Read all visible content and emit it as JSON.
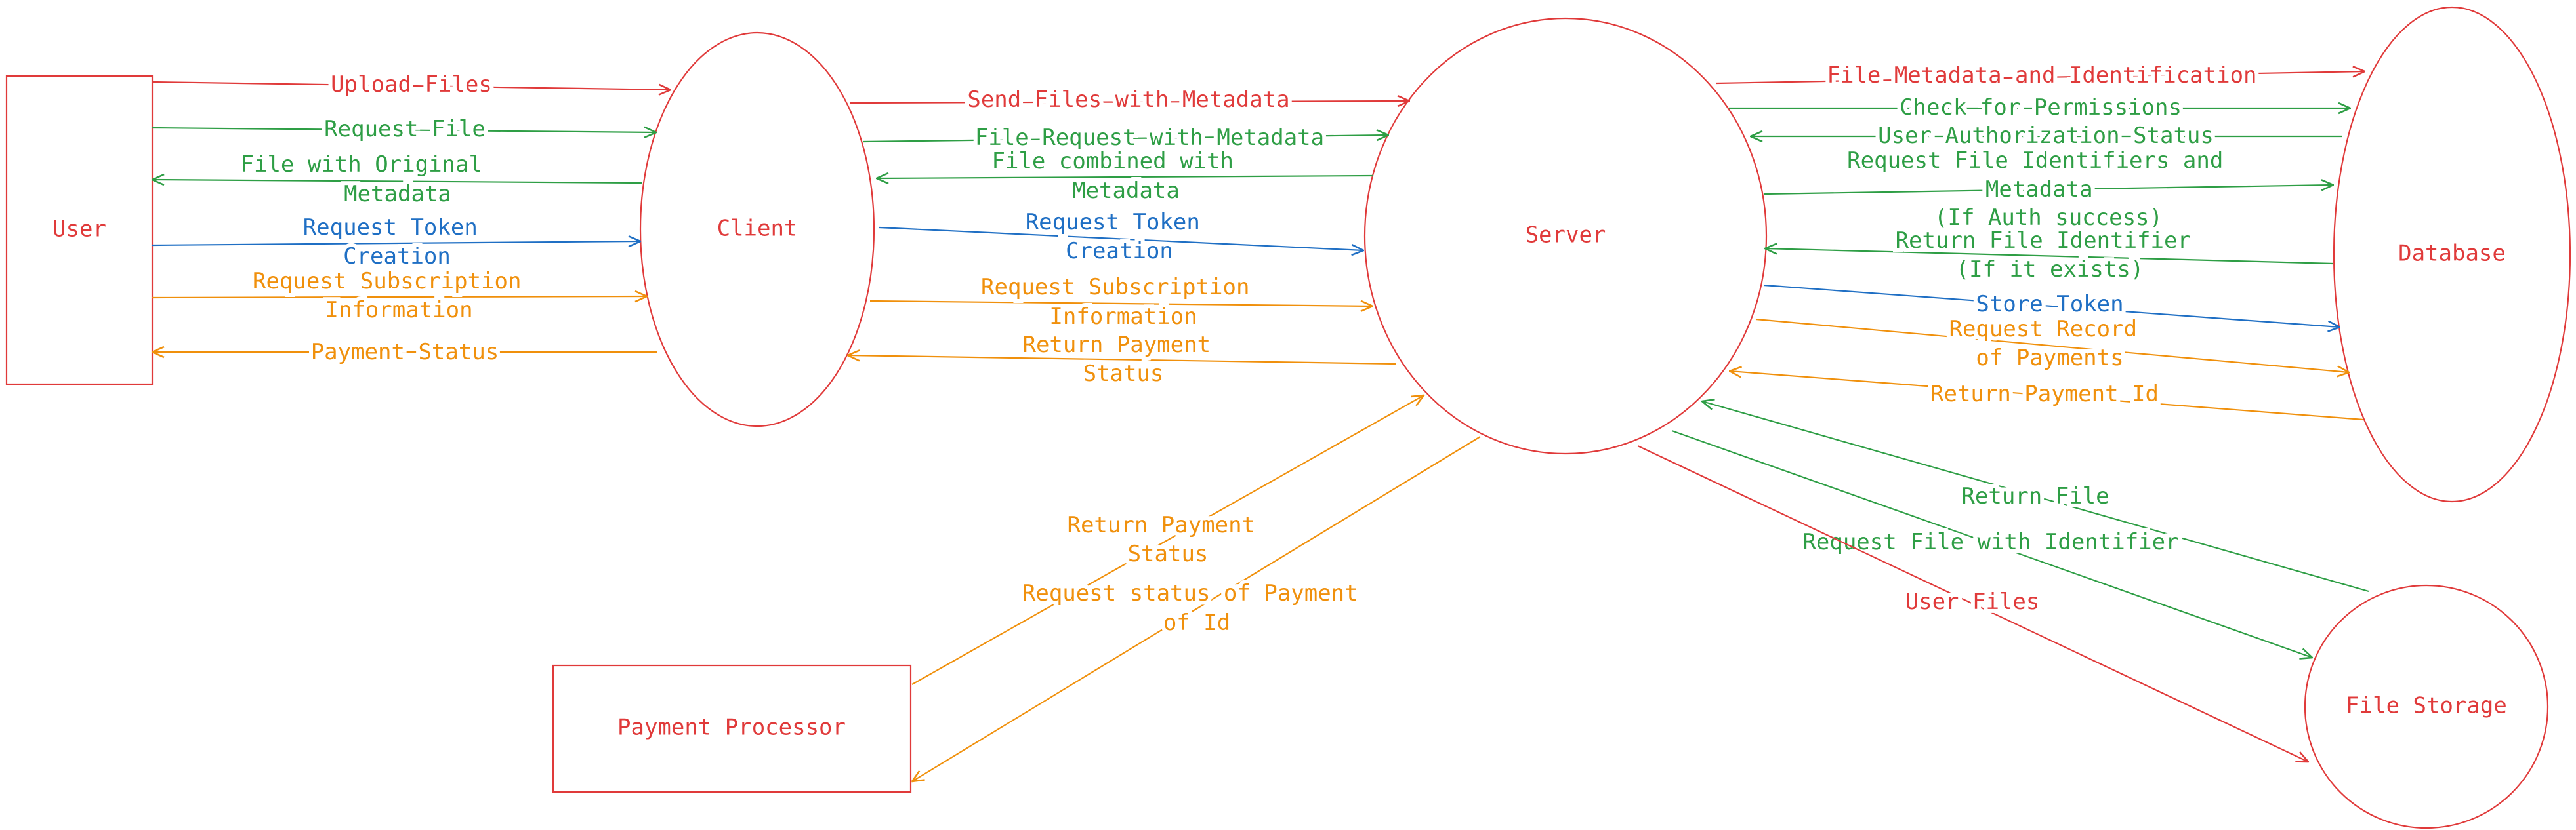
{
  "colors": {
    "red": "#e03a3a",
    "green": "#2e9e45",
    "blue": "#1f6fc4",
    "orange": "#f0900c"
  },
  "nodes": {
    "user": "User",
    "client": "Client",
    "server": "Server",
    "database": "Database",
    "file_storage": "File Storage",
    "payment_processor": "Payment Processor"
  },
  "flows": {
    "user_client": [
      {
        "from": "User",
        "to": "Client",
        "color": "red",
        "lines": [
          "Upload Files"
        ]
      },
      {
        "from": "User",
        "to": "Client",
        "color": "green",
        "lines": [
          "Request File"
        ]
      },
      {
        "from": "Client",
        "to": "User",
        "color": "green",
        "lines": [
          "File with Original",
          "Metadata"
        ]
      },
      {
        "from": "User",
        "to": "Client",
        "color": "blue",
        "lines": [
          "Request Token",
          "Creation"
        ]
      },
      {
        "from": "User",
        "to": "Client",
        "color": "orange",
        "lines": [
          "Request Subscription",
          "Information"
        ]
      },
      {
        "from": "Client",
        "to": "User",
        "color": "orange",
        "lines": [
          "Payment Status"
        ]
      }
    ],
    "client_server": [
      {
        "from": "Client",
        "to": "Server",
        "color": "red",
        "lines": [
          "Send Files with Metadata"
        ]
      },
      {
        "from": "Client",
        "to": "Server",
        "color": "green",
        "lines": [
          "File Request with Metadata"
        ]
      },
      {
        "from": "Server",
        "to": "Client",
        "color": "green",
        "lines": [
          "File combined with",
          "Metadata"
        ]
      },
      {
        "from": "Client",
        "to": "Server",
        "color": "blue",
        "lines": [
          "Request Token",
          "Creation"
        ]
      },
      {
        "from": "Client",
        "to": "Server",
        "color": "orange",
        "lines": [
          "Request Subscription",
          "Information"
        ]
      },
      {
        "from": "Server",
        "to": "Client",
        "color": "orange",
        "lines": [
          "Return Payment",
          "Status"
        ]
      }
    ],
    "server_database": [
      {
        "from": "Server",
        "to": "Database",
        "color": "red",
        "lines": [
          "File Metadata and Identification"
        ]
      },
      {
        "from": "Server",
        "to": "Database",
        "color": "green",
        "lines": [
          "Check for Permissions"
        ]
      },
      {
        "from": "Database",
        "to": "Server",
        "color": "green",
        "lines": [
          "User Authorization Status"
        ]
      },
      {
        "from": "Server",
        "to": "Database",
        "color": "green",
        "lines": [
          "Request File Identifiers and",
          "Metadata",
          "(If Auth success)"
        ]
      },
      {
        "from": "Database",
        "to": "Server",
        "color": "green",
        "lines": [
          "Return File Identifier",
          "(If it exists)"
        ]
      },
      {
        "from": "Server",
        "to": "Database",
        "color": "blue",
        "lines": [
          "Store Token"
        ]
      },
      {
        "from": "Server",
        "to": "Database",
        "color": "orange",
        "lines": [
          "Request Record",
          "of Payments"
        ]
      },
      {
        "from": "Database",
        "to": "Server",
        "color": "orange",
        "lines": [
          "Return Payment Id"
        ]
      }
    ],
    "server_storage": [
      {
        "from": "File Storage",
        "to": "Server",
        "color": "green",
        "lines": [
          "Return File"
        ]
      },
      {
        "from": "Server",
        "to": "File Storage",
        "color": "green",
        "lines": [
          "Request File with Identifier"
        ]
      },
      {
        "from": "Server",
        "to": "File Storage",
        "color": "red",
        "lines": [
          "User Files"
        ]
      }
    ],
    "server_payment": [
      {
        "from": "Payment Processor",
        "to": "Server",
        "color": "orange",
        "lines": [
          "Return Payment",
          "Status"
        ]
      },
      {
        "from": "Server",
        "to": "Payment Processor",
        "color": "orange",
        "lines": [
          "Request status of Payment",
          "of Id"
        ]
      }
    ]
  }
}
